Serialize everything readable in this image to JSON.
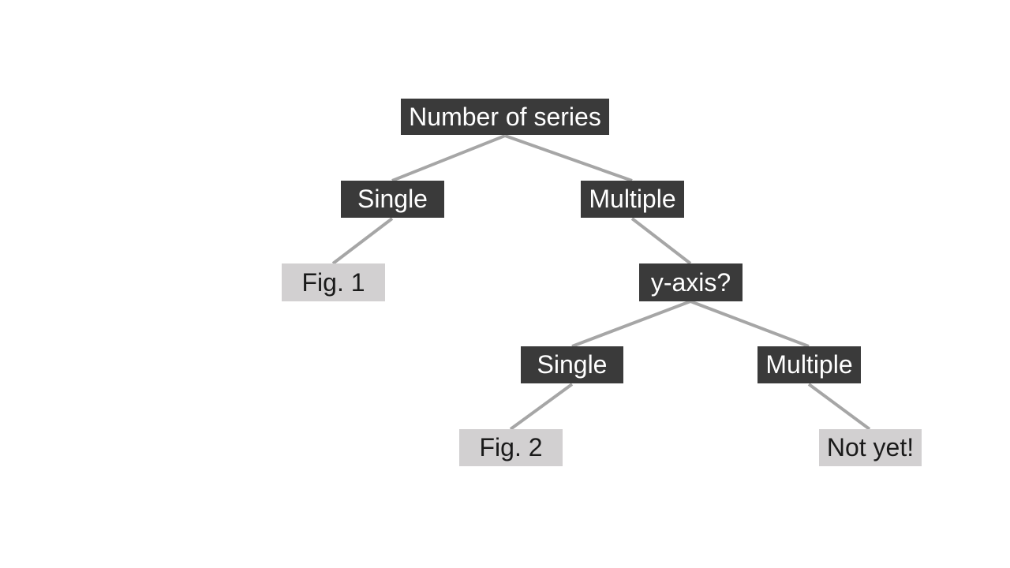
{
  "tree": {
    "root": {
      "label": "Number of series"
    },
    "level1": {
      "single": {
        "label": "Single"
      },
      "multiple": {
        "label": "Multiple"
      }
    },
    "level2": {
      "fig1": {
        "label": "Fig. 1"
      },
      "yaxis": {
        "label": "y-axis?"
      }
    },
    "level3": {
      "single": {
        "label": "Single"
      },
      "multiple": {
        "label": "Multiple"
      }
    },
    "level4": {
      "fig2": {
        "label": "Fig. 2"
      },
      "notyet": {
        "label": "Not yet!"
      }
    }
  },
  "colors": {
    "decision_node": "#3a3a3a",
    "leaf_node": "#d2d0d1",
    "connector": "#a6a6a6"
  }
}
